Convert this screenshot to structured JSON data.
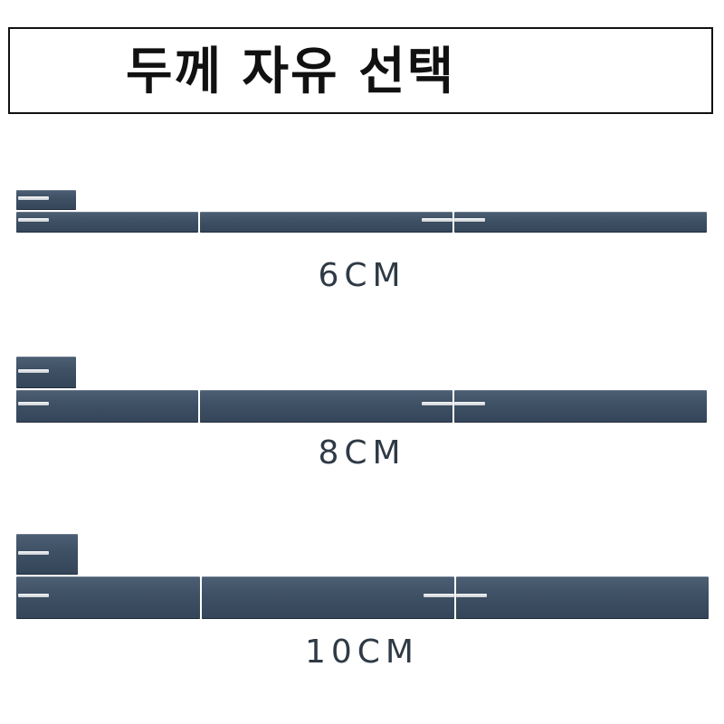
{
  "title": "두께 자유 선택",
  "panel_color": "#3e5064",
  "strip_color": "#e6e9ec",
  "options": [
    {
      "label": "6CM"
    },
    {
      "label": "8CM"
    },
    {
      "label": "10CM"
    }
  ]
}
